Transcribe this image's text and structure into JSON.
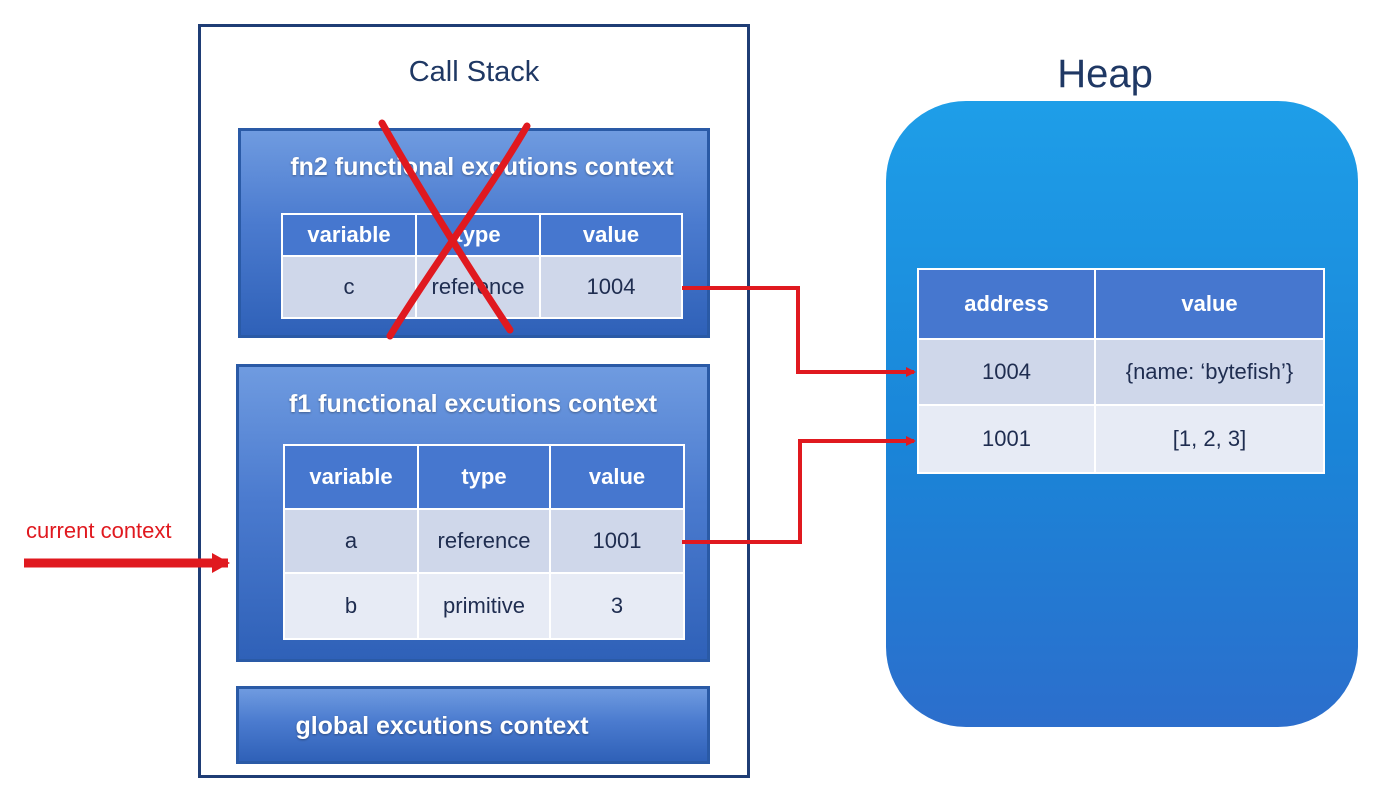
{
  "call_stack": {
    "title": "Call Stack",
    "contexts": [
      {
        "title": "fn2 functional excutions context",
        "crossed_out": true,
        "headers": [
          "variable",
          "type",
          "value"
        ],
        "rows": [
          {
            "variable": "c",
            "type": "reference",
            "value": "1004"
          }
        ]
      },
      {
        "title": "f1 functional excutions context",
        "crossed_out": false,
        "headers": [
          "variable",
          "type",
          "value"
        ],
        "rows": [
          {
            "variable": "a",
            "type": "reference",
            "value": "1001"
          },
          {
            "variable": "b",
            "type": "primitive",
            "value": "3"
          }
        ]
      },
      {
        "title": "global excutions context"
      }
    ]
  },
  "heap": {
    "title": "Heap",
    "headers": [
      "address",
      "value"
    ],
    "rows": [
      {
        "address": "1004",
        "value": "{name: ‘bytefish’}"
      },
      {
        "address": "1001",
        "value": "[1, 2, 3]"
      }
    ]
  },
  "pointer": {
    "label": "current context"
  },
  "colors": {
    "arrow": "#e0191f",
    "panel": "#4677cf",
    "heap": "#1a85d8",
    "title_text": "#1f3864"
  }
}
